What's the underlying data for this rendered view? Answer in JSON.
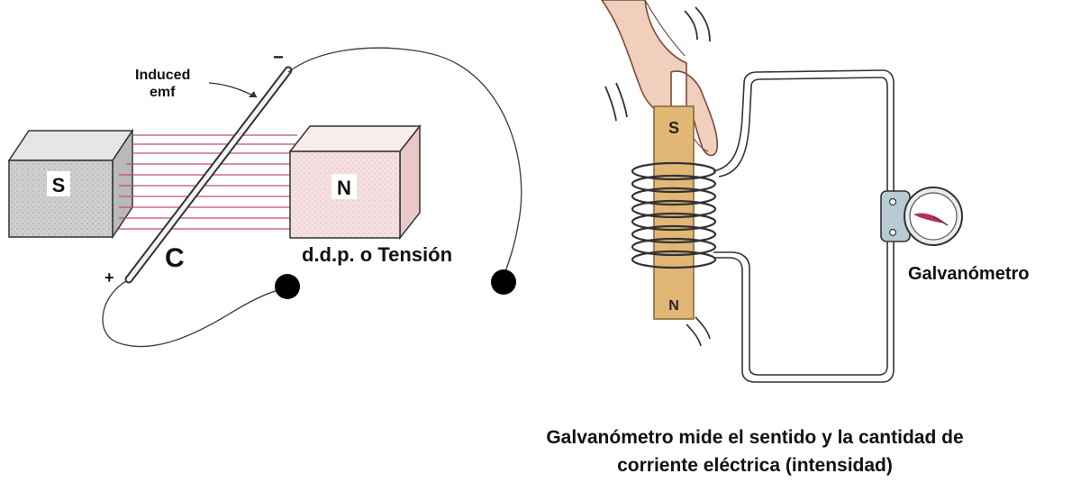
{
  "left_diagram": {
    "south_pole_label": "S",
    "north_pole_label": "N",
    "induced_emf_line1": "Induced",
    "induced_emf_line2": "emf",
    "minus_sign": "−",
    "plus_sign": "+",
    "conductor_label": "C",
    "voltage_label": "d.d.p. o Tensión",
    "magnet_color_south": "#cfcfcf",
    "magnet_color_north": "#f2dede",
    "field_line_color": "#c0506a"
  },
  "right_diagram": {
    "bar_south_label": "S",
    "bar_north_label": "N",
    "galvanometer_label": "Galvanómetro",
    "bar_color": "#e2b775",
    "needle_color": "#b03060"
  },
  "caption": {
    "line1": "Galvanómetro mide el sentido y la cantidad de",
    "line2": "corriente eléctrica (intensidad)"
  }
}
